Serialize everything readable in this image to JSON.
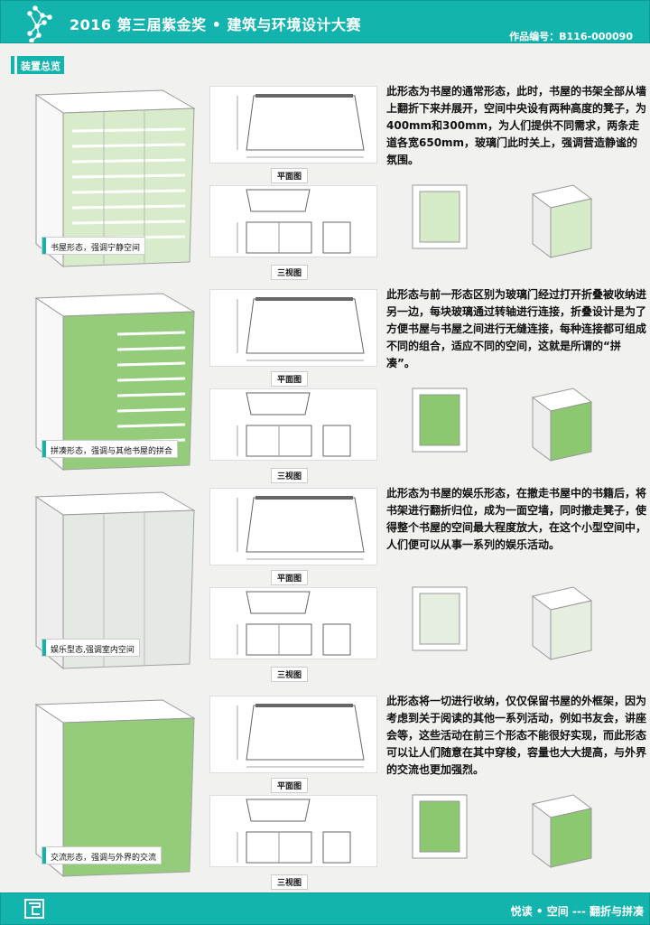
{
  "header": {
    "title": "2016 第三届紫金奖 • 建筑与环境设计大赛",
    "code": "作品编号：B116-000090"
  },
  "overview_tag": "装置总览",
  "colors": {
    "teal": "#13b3ae",
    "green": "#8cc870"
  },
  "sections": [
    {
      "label": "书屋形态，强调宁静空间",
      "plan_caption": "平面图",
      "views_caption": "三视图",
      "mode": "closed",
      "description": "此形态为书屋的通常形态，此时，书屋的书架全部从墙上翻折下来并展开，空间中央设有两种高度的凳子，为400mm和300mm，为人们提供不同需求，两条走道各宽650mm，玻璃门此时关上，强调营造静谧的氛围。"
    },
    {
      "label": "拼凑形态，强调与其他书屋的拼合",
      "plan_caption": "平面图",
      "views_caption": "三视图",
      "mode": "open",
      "description": "此形态与前一形态区别为玻璃门经过打开折叠被收纳进另一边，每块玻璃通过转轴进行连接，折叠设计是为了方便书屋与书屋之间进行无缝连接，每种连接都可组成不同的组合，适应不同的空间，这就是所谓的“拼凑”。"
    },
    {
      "label": "娱乐型态,强调室内空间",
      "plan_caption": "平面图",
      "views_caption": "三视图",
      "mode": "white",
      "description": "此形态为书屋的娱乐形态，在撤走书屋中的书籍后，将书架进行翻折归位，成为一面空墙，同时撤走凳子，使得整个书屋的空间最大程度放大，在这个小型空间中，人们便可以从事一系列的娱乐活动。"
    },
    {
      "label": "交流形态，强调与外界的交流",
      "plan_caption": "平面图",
      "views_caption": "三视图",
      "mode": "frame",
      "description": "此形态将一切进行收纳，仅仅保留书屋的外框架，因为考虑到关于阅读的其他一系列活动，例如书友会，讲座会等，这些活动在前三个形态不能很好实现，而此形态可以让人们随意在其中穿梭，容量也大大提高，与外界的交流也更加强烈。"
    }
  ],
  "footer": {
    "slogan": "悦读 • 空间 --- 翻折与拼凑"
  }
}
